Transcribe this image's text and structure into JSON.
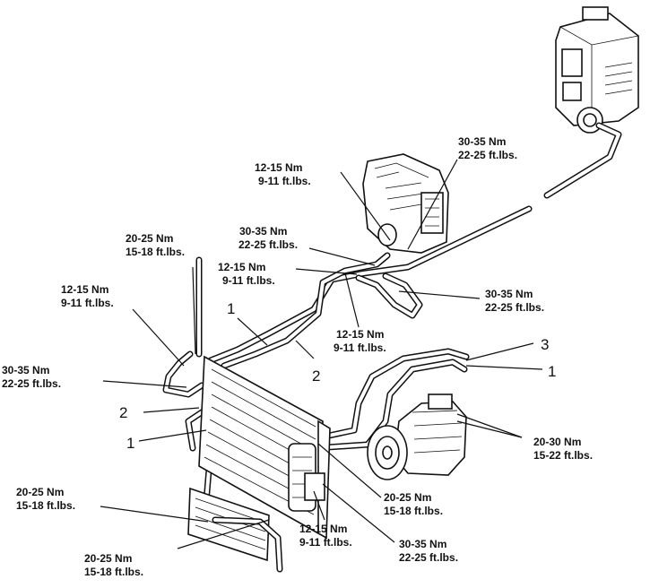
{
  "labels": {
    "evap_top_left": {
      "nm": "12-15 Nm",
      "ft": "9-11 ft.lbs."
    },
    "evap_top_right": {
      "nm": "30-35 Nm",
      "ft": "22-25 ft.lbs."
    },
    "mid_upper": {
      "nm": "30-35 Nm",
      "ft": "22-25 ft.lbs."
    },
    "mid_lower": {
      "nm": "12-15 Nm",
      "ft": "9-11 ft.lbs."
    },
    "rec_top": {
      "nm": "20-25 Nm",
      "ft": "15-18 ft.lbs."
    },
    "left_upper": {
      "nm": "12-15 Nm",
      "ft": "9-11 ft.lbs."
    },
    "left_mid": {
      "nm": "30-35 Nm",
      "ft": "22-25 ft.lbs."
    },
    "right_mid": {
      "nm": "30-35 Nm",
      "ft": "22-25 ft.lbs."
    },
    "center": {
      "nm": "12-15 Nm",
      "ft": "9-11 ft.lbs."
    },
    "compressor": {
      "nm": "20-30 Nm",
      "ft": "15-22 ft.lbs."
    },
    "lower_center": {
      "nm": "20-25 Nm",
      "ft": "15-18 ft.lbs."
    },
    "bottom_left": {
      "nm": "20-25 Nm",
      "ft": "15-18 ft.lbs."
    },
    "bottom": {
      "nm": "20-25 Nm",
      "ft": "15-18 ft.lbs."
    },
    "bottom_center": {
      "nm": "12-15 Nm",
      "ft": "9-11 ft.lbs."
    },
    "bottom_right": {
      "nm": "30-35 Nm",
      "ft": "22-25 ft.lbs."
    }
  },
  "callouts": {
    "one_top": "1",
    "two_top": "2",
    "three_right": "3",
    "one_right": "1",
    "two_left": "2",
    "one_left": "1"
  }
}
